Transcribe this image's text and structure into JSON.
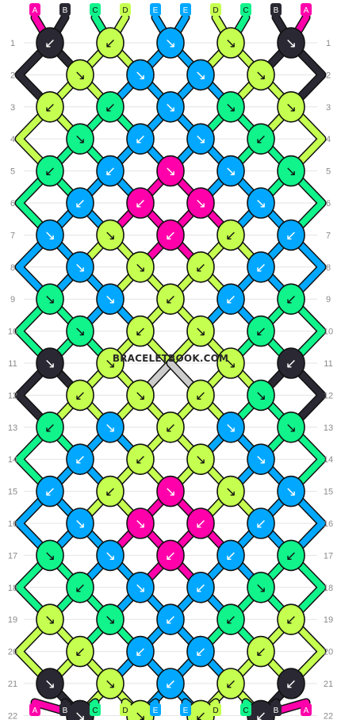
{
  "strings": {
    "top": [
      "A",
      "B",
      "C",
      "D",
      "E",
      "E",
      "D",
      "C",
      "B",
      "A"
    ],
    "bottom": [
      "A",
      "B",
      "C",
      "D",
      "E",
      "E",
      "D",
      "C",
      "B",
      "A"
    ]
  },
  "colors": {
    "A": "#ff00aa",
    "B": "#2a2933",
    "C": "#11f38b",
    "D": "#c5ff4f",
    "E": "#02a8ff"
  },
  "label_text_colors": {
    "A": "#ffffff",
    "B": "#ffffff",
    "C": "#111111",
    "D": "#111111",
    "E": "#ffffff"
  },
  "row_labels": [
    "1",
    "2",
    "3",
    "4",
    "5",
    "6",
    "7",
    "8",
    "9",
    "10",
    "11",
    "12",
    "13",
    "14",
    "15",
    "16",
    "17",
    "18",
    "19",
    "20",
    "21",
    "22"
  ],
  "watermark": "BRACELETBOOK.COM",
  "knots": [
    [
      {
        "color": "B",
        "dir": "↙"
      },
      {
        "color": "D",
        "dir": "↙"
      },
      {
        "color": "E",
        "dir": "↘"
      },
      {
        "color": "D",
        "dir": "↘"
      },
      {
        "color": "B",
        "dir": "↘"
      }
    ],
    [
      {
        "color": "D",
        "dir": "↘"
      },
      {
        "color": "E",
        "dir": "↘"
      },
      {
        "color": "E",
        "dir": "↘"
      },
      {
        "color": "D",
        "dir": "↘"
      }
    ],
    [
      {
        "color": "D",
        "dir": "↙"
      },
      {
        "color": "C",
        "dir": "↙"
      },
      {
        "color": "E",
        "dir": "↘"
      },
      {
        "color": "C",
        "dir": "↘"
      },
      {
        "color": "D",
        "dir": "↘"
      }
    ],
    [
      {
        "color": "C",
        "dir": "↘"
      },
      {
        "color": "E",
        "dir": "↙"
      },
      {
        "color": "E",
        "dir": "↘"
      },
      {
        "color": "C",
        "dir": "↙"
      }
    ],
    [
      {
        "color": "C",
        "dir": "↙"
      },
      {
        "color": "E",
        "dir": "↙"
      },
      {
        "color": "A",
        "dir": "↘"
      },
      {
        "color": "E",
        "dir": "↘"
      },
      {
        "color": "C",
        "dir": "↘"
      }
    ],
    [
      {
        "color": "E",
        "dir": "↙"
      },
      {
        "color": "A",
        "dir": "↙"
      },
      {
        "color": "A",
        "dir": "↘"
      },
      {
        "color": "E",
        "dir": "↘"
      }
    ],
    [
      {
        "color": "E",
        "dir": "↘"
      },
      {
        "color": "D",
        "dir": "↘"
      },
      {
        "color": "A",
        "dir": "↙"
      },
      {
        "color": "D",
        "dir": "↙"
      },
      {
        "color": "E",
        "dir": "↙"
      }
    ],
    [
      {
        "color": "E",
        "dir": "↘"
      },
      {
        "color": "D",
        "dir": "↘"
      },
      {
        "color": "D",
        "dir": "↙"
      },
      {
        "color": "E",
        "dir": "↙"
      }
    ],
    [
      {
        "color": "C",
        "dir": "↘"
      },
      {
        "color": "E",
        "dir": "↘"
      },
      {
        "color": "D",
        "dir": "↙"
      },
      {
        "color": "E",
        "dir": "↙"
      },
      {
        "color": "C",
        "dir": "↙"
      }
    ],
    [
      {
        "color": "C",
        "dir": "↘"
      },
      {
        "color": "D",
        "dir": "↙"
      },
      {
        "color": "D",
        "dir": "↘"
      },
      {
        "color": "C",
        "dir": "↙"
      }
    ],
    [
      {
        "color": "B",
        "dir": "↘"
      },
      {
        "color": "D",
        "dir": "↘"
      },
      {
        "color": "",
        "dir": ""
      },
      {
        "color": "D",
        "dir": "↘"
      },
      {
        "color": "B",
        "dir": "↙"
      }
    ],
    [
      {
        "color": "D",
        "dir": "↙"
      },
      {
        "color": "D",
        "dir": "↘"
      },
      {
        "color": "D",
        "dir": "↙"
      },
      {
        "color": "C",
        "dir": "↘"
      }
    ],
    [
      {
        "color": "C",
        "dir": "↙"
      },
      {
        "color": "E",
        "dir": "↘"
      },
      {
        "color": "D",
        "dir": "↙"
      },
      {
        "color": "E",
        "dir": "↘"
      },
      {
        "color": "C",
        "dir": "↘"
      }
    ],
    [
      {
        "color": "E",
        "dir": "↙"
      },
      {
        "color": "D",
        "dir": "↙"
      },
      {
        "color": "D",
        "dir": "↘"
      },
      {
        "color": "E",
        "dir": "↘"
      }
    ],
    [
      {
        "color": "E",
        "dir": "↙"
      },
      {
        "color": "D",
        "dir": "↙"
      },
      {
        "color": "A",
        "dir": "↘"
      },
      {
        "color": "D",
        "dir": "↘"
      },
      {
        "color": "E",
        "dir": "↘"
      }
    ],
    [
      {
        "color": "E",
        "dir": "↘"
      },
      {
        "color": "A",
        "dir": "↘"
      },
      {
        "color": "A",
        "dir": "↙"
      },
      {
        "color": "E",
        "dir": "↙"
      }
    ],
    [
      {
        "color": "C",
        "dir": "↘"
      },
      {
        "color": "E",
        "dir": "↘"
      },
      {
        "color": "A",
        "dir": "↙"
      },
      {
        "color": "E",
        "dir": "↙"
      },
      {
        "color": "C",
        "dir": "↙"
      }
    ],
    [
      {
        "color": "C",
        "dir": "↙"
      },
      {
        "color": "E",
        "dir": "↘"
      },
      {
        "color": "E",
        "dir": "↙"
      },
      {
        "color": "C",
        "dir": "↘"
      }
    ],
    [
      {
        "color": "D",
        "dir": "↘"
      },
      {
        "color": "C",
        "dir": "↘"
      },
      {
        "color": "E",
        "dir": "↙"
      },
      {
        "color": "C",
        "dir": "↙"
      },
      {
        "color": "D",
        "dir": "↙"
      }
    ],
    [
      {
        "color": "D",
        "dir": "↙"
      },
      {
        "color": "E",
        "dir": "↙"
      },
      {
        "color": "E",
        "dir": "↙"
      },
      {
        "color": "D",
        "dir": "↙"
      }
    ],
    [
      {
        "color": "B",
        "dir": "↘"
      },
      {
        "color": "D",
        "dir": "↘"
      },
      {
        "color": "E",
        "dir": "↙"
      },
      {
        "color": "D",
        "dir": "↙"
      },
      {
        "color": "B",
        "dir": "↙"
      }
    ],
    [
      {
        "color": "B",
        "dir": "↘"
      },
      {
        "color": "D",
        "dir": "↘"
      },
      {
        "color": "D",
        "dir": "↙"
      },
      {
        "color": "B",
        "dir": "↙"
      }
    ]
  ]
}
